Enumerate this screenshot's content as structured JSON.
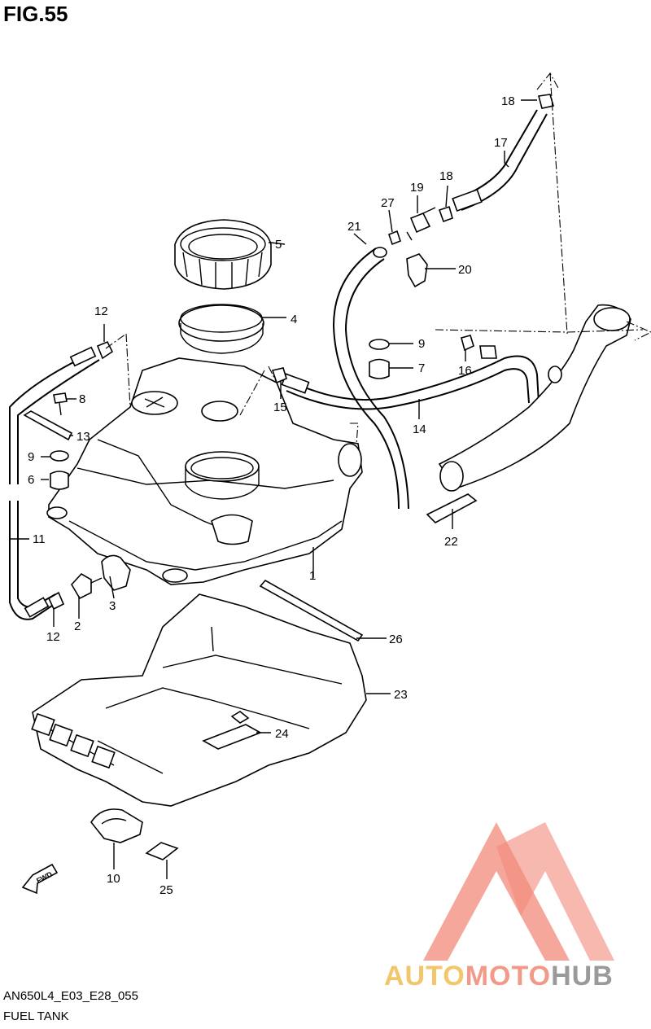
{
  "figure": {
    "title": "FIG.55",
    "code": "AN650L4_E03_E28_055",
    "caption": "FUEL TANK"
  },
  "callouts": {
    "c1": "1",
    "c2": "2",
    "c3": "3",
    "c4": "4",
    "c5": "5",
    "c6": "6",
    "c7": "7",
    "c8": "8",
    "c9a": "9",
    "c9b": "9",
    "c10": "10",
    "c11": "11",
    "c12a": "12",
    "c12b": "12",
    "c13": "13",
    "c14": "14",
    "c15": "15",
    "c16": "16",
    "c17": "17",
    "c18a": "18",
    "c18b": "18",
    "c19": "19",
    "c20": "20",
    "c21": "21",
    "c22": "22",
    "c23": "23",
    "c24": "24",
    "c25": "25",
    "c26": "26",
    "c27": "27"
  },
  "fwd_label": "FWD",
  "watermark": {
    "part1": "AUTO",
    "part2": "MOTO",
    "part3": "HUB",
    "color_tri": "#f28a7a"
  }
}
